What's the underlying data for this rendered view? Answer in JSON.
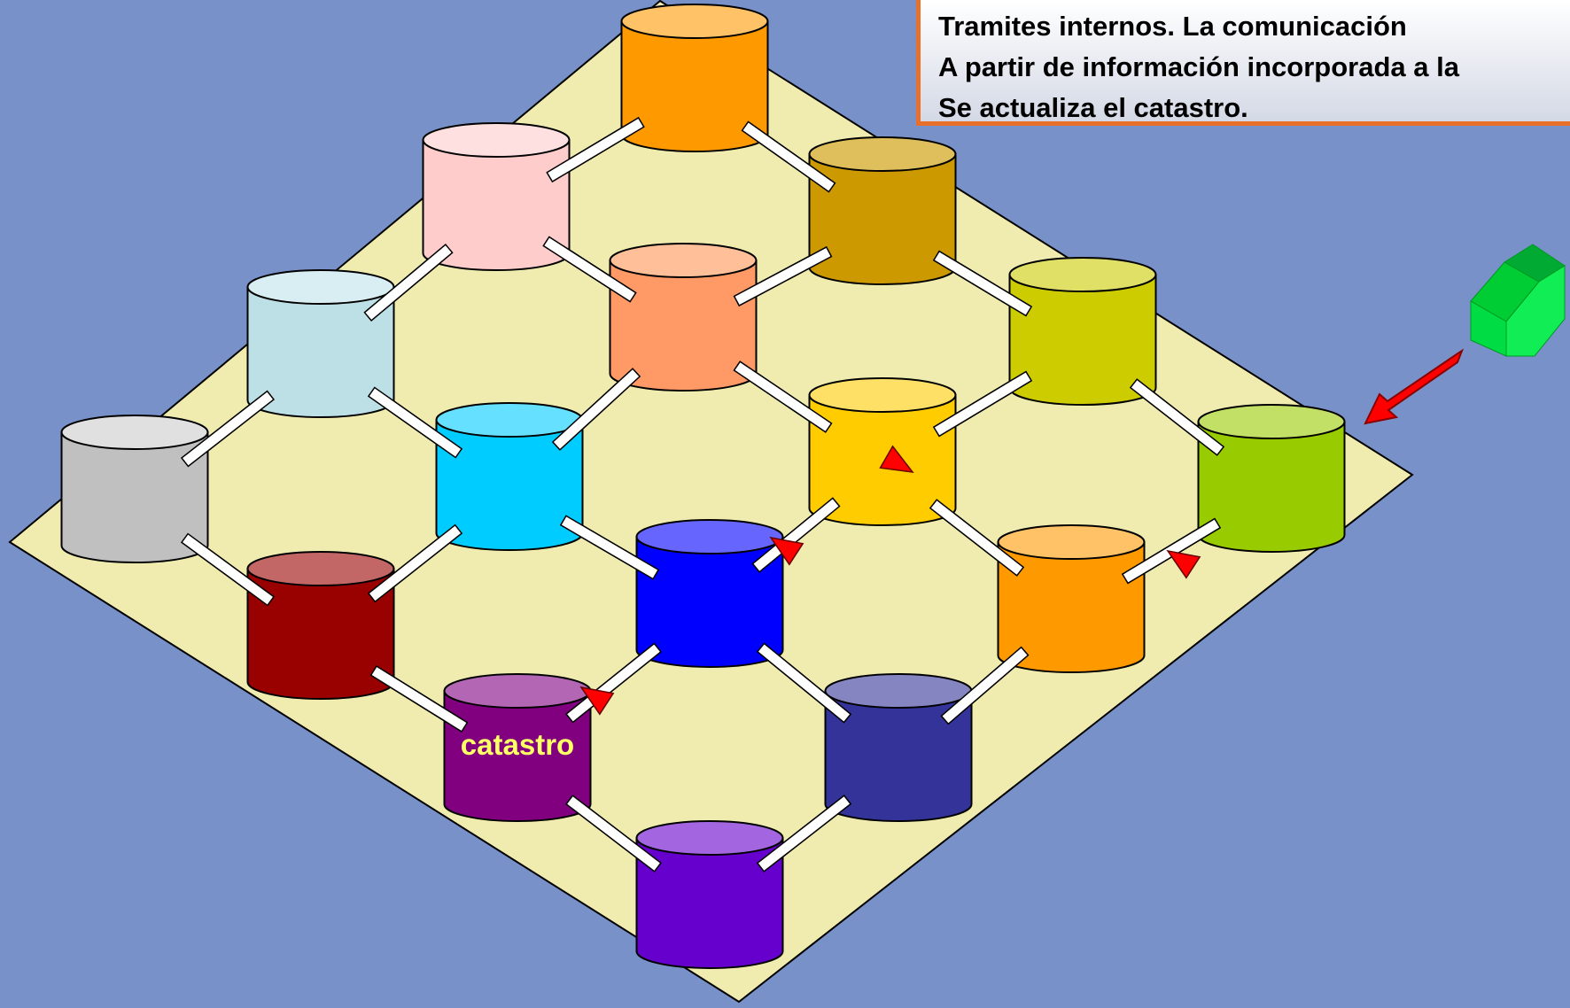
{
  "caption": {
    "lines": [
      "Tramites internos. La comunicación",
      "A partir de información incorporada a la",
      "Se actualiza el catastro."
    ]
  },
  "diagram": {
    "board_color": "#f0ecb0",
    "background_color": "#7891c8",
    "cylinders": [
      {
        "id": "c-orange-top",
        "side": "#ff9900",
        "top": "#ffc266"
      },
      {
        "id": "c-pink",
        "side": "#ffcccc",
        "top": "#ffe0e0"
      },
      {
        "id": "c-darkgold",
        "side": "#cc9900",
        "top": "#dfbf5c"
      },
      {
        "id": "c-lightblue",
        "side": "#bde0e6",
        "top": "#d8eef2"
      },
      {
        "id": "c-salmon",
        "side": "#ff9966",
        "top": "#ffbf99"
      },
      {
        "id": "c-olive",
        "side": "#cccc00",
        "top": "#e0e066"
      },
      {
        "id": "c-gray",
        "side": "#c0c0c0",
        "top": "#e0e0e0"
      },
      {
        "id": "c-cyan",
        "side": "#00ccff",
        "top": "#66e0ff"
      },
      {
        "id": "c-yellow",
        "side": "#ffcc00",
        "top": "#ffe066"
      },
      {
        "id": "c-lime",
        "side": "#99cc00",
        "top": "#c2e066"
      },
      {
        "id": "c-darkred",
        "side": "#990000",
        "top": "#c26666"
      },
      {
        "id": "c-blue",
        "side": "#0000ff",
        "top": "#6666ff"
      },
      {
        "id": "c-orange",
        "side": "#ff9900",
        "top": "#ffc266"
      },
      {
        "id": "c-catastro",
        "side": "#800080",
        "top": "#b366b3",
        "label": "catastro"
      },
      {
        "id": "c-navy",
        "side": "#333399",
        "top": "#8585c2"
      },
      {
        "id": "c-violet",
        "side": "#6600cc",
        "top": "#a366e0"
      }
    ],
    "flow_arrow_color": "#ff0000",
    "house_color": "#00cc33"
  }
}
